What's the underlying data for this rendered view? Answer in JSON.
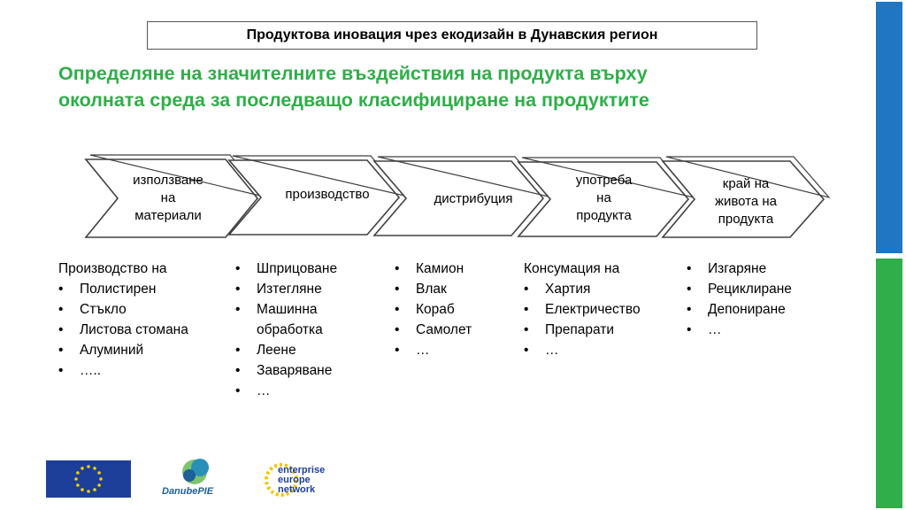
{
  "slide": {
    "header": "Продуктова иновация чрез екодизайн в Дунавския регион",
    "heading_line1": "Определяне на значителните въздействия на продукта върху",
    "heading_line2": "околната среда за последващо класифициране на продуктите",
    "steps": [
      {
        "line1": "използване",
        "line2": "на",
        "line3": "материали"
      },
      {
        "line1": "производство"
      },
      {
        "line1": "дистрибуция"
      },
      {
        "line1": "употреба",
        "line2": "на",
        "line3": "продукта"
      },
      {
        "line1": "край на",
        "line2": "живота на",
        "line3": "продукта"
      }
    ],
    "columns": [
      {
        "intro": "Производство на",
        "items": [
          "Полистирен",
          "Стъкло",
          "Листова стомана",
          "Алуминий",
          "….."
        ]
      },
      {
        "intro": "",
        "items": [
          "Шприцоване",
          "Изтегляне",
          "Машинна обработка",
          "Леене",
          "Заваряване",
          "…"
        ]
      },
      {
        "intro": "",
        "items": [
          "Камион",
          "Влак",
          "Кораб",
          "Самолет",
          "…"
        ]
      },
      {
        "intro": "Консумация на",
        "items": [
          "Хартия",
          "Електричество",
          "Препарати",
          "…"
        ]
      },
      {
        "intro": "",
        "items": [
          "Изгаряне",
          "Рециклиране",
          "Депониране",
          "…"
        ]
      }
    ],
    "bullet_char": "•",
    "logos": {
      "danube_text": "DanubePIE",
      "een_line1": "enterprise",
      "een_line2": "europe",
      "een_line3": "network"
    },
    "colors": {
      "accent_green": "#2fae49",
      "accent_blue": "#1f76c2",
      "eu_blue": "#1d3f9a",
      "eu_star": "#f5d100"
    }
  }
}
